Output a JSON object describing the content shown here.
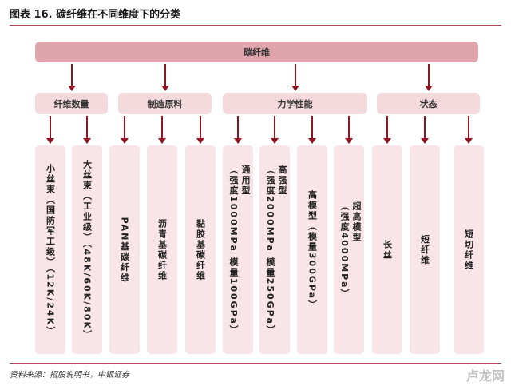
{
  "figure_title": "图表 16. 碳纤维在不同维度下的分类",
  "root": {
    "label": "碳纤维"
  },
  "categories": [
    {
      "label": "纤维数量",
      "leaves": [
        {
          "lines": [
            "小丝束（国防军工级）（12K/24K）"
          ]
        },
        {
          "lines": [
            "大丝束（工业级）（48K/60K/80K）"
          ]
        }
      ]
    },
    {
      "label": "制造原料",
      "leaves": [
        {
          "lines": [
            "PAN基碳纤维"
          ]
        },
        {
          "lines": [
            "沥青基碳纤维"
          ]
        },
        {
          "lines": [
            "黏胶基碳纤维"
          ]
        }
      ]
    },
    {
      "label": "力学性能",
      "leaves": [
        {
          "lines": [
            "通用型",
            "（强度1000MPa 模量100GPa）"
          ]
        },
        {
          "lines": [
            "高强型",
            "（强度2000MPa 模量250GPa）"
          ]
        },
        {
          "lines": [
            "高模型（模量300GPa）"
          ]
        },
        {
          "lines": [
            "超高模型",
            "（强度4000MPa）"
          ]
        }
      ]
    },
    {
      "label": "状态",
      "leaves": [
        {
          "lines": [
            "长丝"
          ]
        },
        {
          "lines": [
            "短纤维"
          ]
        },
        {
          "lines": [
            "短切纤维"
          ]
        }
      ]
    }
  ],
  "source_note": "资料来源：招股说明书，中银证券",
  "watermark": "卢龙网",
  "colors": {
    "root_fill": "#dfa4ac",
    "category_fill": "#f3d8dc",
    "leaf_fill": "#f9e4e7",
    "arrow": "#8e1522",
    "rule_line": "#b24a57"
  }
}
